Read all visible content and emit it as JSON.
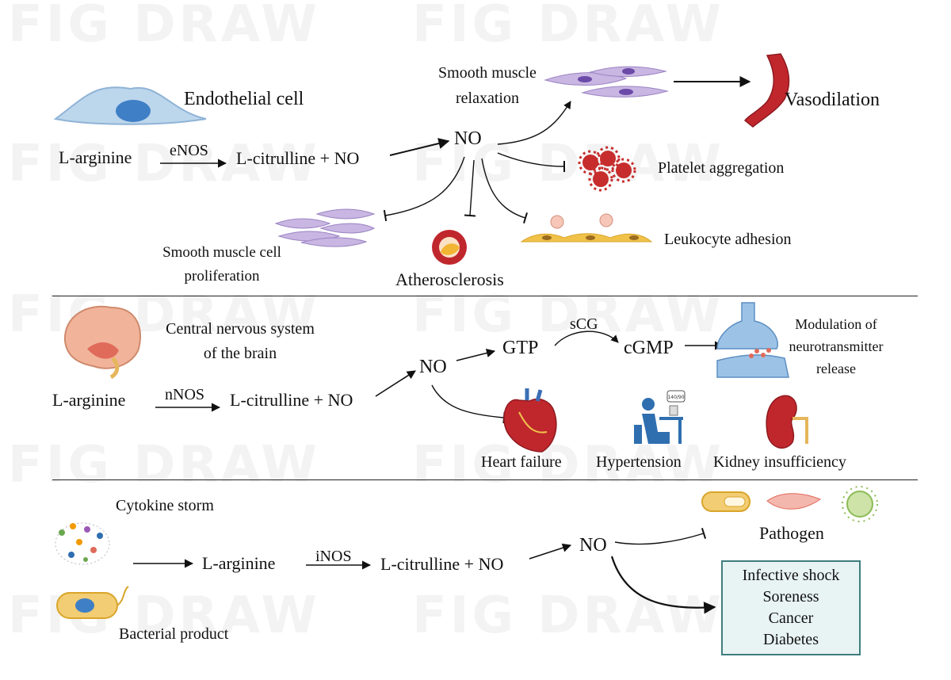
{
  "watermark": "FIG DRAW",
  "section1": {
    "endothelial_cell": "Endothelial cell",
    "l_arginine": "L-arginine",
    "enzyme": "eNOS",
    "product": "L-citrulline + NO",
    "no": "NO",
    "smooth_muscle_relaxation_1": "Smooth muscle",
    "smooth_muscle_relaxation_2": "relaxation",
    "vasodilation": "Vasodilation",
    "platelet_aggregation": "Platelet aggregation",
    "leukocyte_adhesion": "Leukocyte adhesion",
    "atherosclerosis": "Atherosclerosis",
    "smc_proliferation_1": "Smooth muscle cell",
    "smc_proliferation_2": "proliferation"
  },
  "section2": {
    "cns_1": "Central nervous system",
    "cns_2": "of the brain",
    "l_arginine": "L-arginine",
    "enzyme": "nNOS",
    "product": "L-citrulline + NO",
    "no": "NO",
    "gtp": "GTP",
    "scg": "sCG",
    "cgmp": "cGMP",
    "modulation_1": "Modulation of",
    "modulation_2": "neurotransmitter",
    "modulation_3": "release",
    "heart_failure": "Heart failure",
    "hypertension": "Hypertension",
    "bp_reading": "140/90",
    "kidney_insufficiency": "Kidney insufficiency"
  },
  "section3": {
    "cytokine_storm": "Cytokine storm",
    "bacterial_product": "Bacterial product",
    "l_arginine": "L-arginine",
    "enzyme": "iNOS",
    "product": "L-citrulline + NO",
    "no": "NO",
    "pathogen": "Pathogen",
    "diseases": [
      "Infective shock",
      "Soreness",
      "Cancer",
      "Diabetes"
    ]
  },
  "colors": {
    "teal_border": "#3e7d7e",
    "box_fill": "#e8f3f3",
    "vessel_red": "#c0272d",
    "muscle_purple": "#b9a3d6"
  }
}
